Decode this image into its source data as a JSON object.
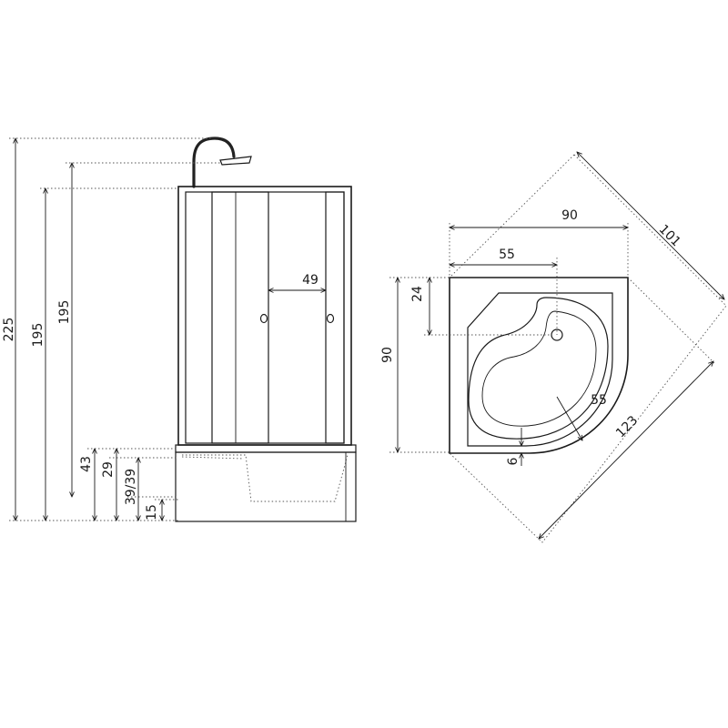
{
  "side_view": {
    "height_total": "225",
    "height_cabin": "195",
    "height_panel": "195",
    "door_opening": "49",
    "tray_height": "43",
    "tray_inner": "29",
    "seat_height": "39/39",
    "step_height": "15"
  },
  "plan_view": {
    "width": "90",
    "depth": "90",
    "drain_offset_x": "55",
    "drain_offset_y": "24",
    "bowl_radius": "55",
    "rim": "6",
    "diagonal_small": "101",
    "diagonal_large": "123"
  }
}
